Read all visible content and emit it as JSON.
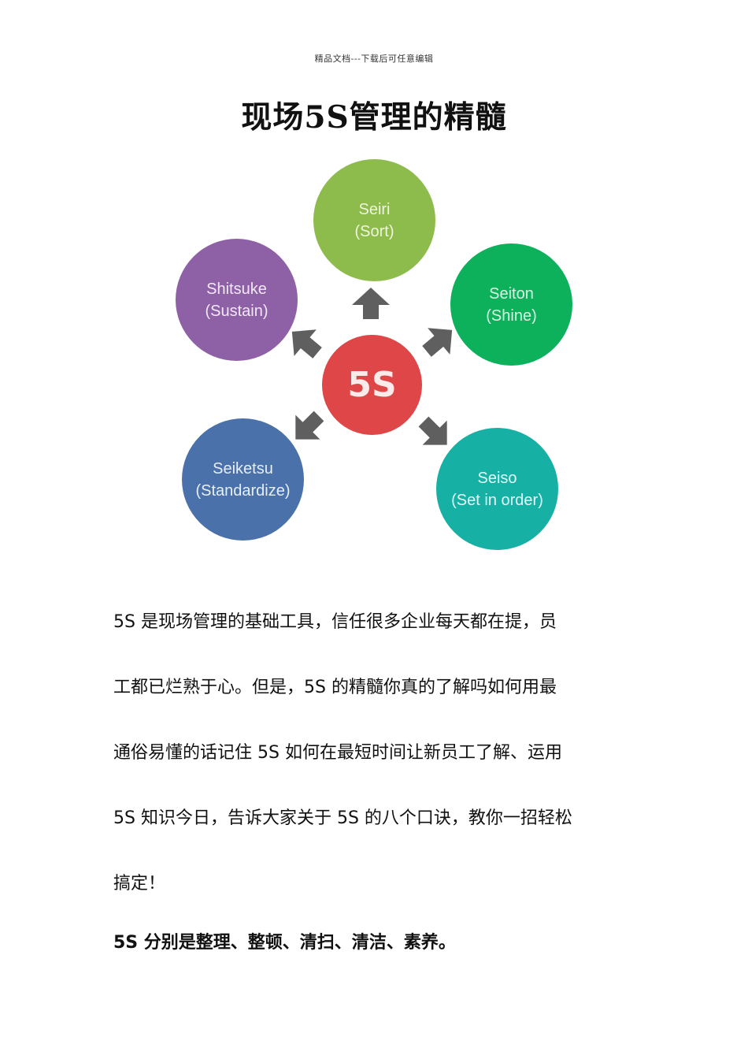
{
  "header": {
    "watermark": "精品文档---下载后可任意编辑"
  },
  "title": "现场5S管理的精髓",
  "diagram": {
    "center": {
      "label": "5S",
      "color": "#de4647"
    },
    "nodes": [
      {
        "name": "Seiri",
        "translation": "(Sort)",
        "color": "#8dbb4c",
        "position": "top"
      },
      {
        "name": "Seiton",
        "translation": "(Shine)",
        "color": "#0db15c",
        "position": "upper-right"
      },
      {
        "name": "Seiso",
        "translation": "(Set in order)",
        "color": "#16b0a5",
        "position": "lower-right"
      },
      {
        "name": "Seiketsu",
        "translation": "(Standardize)",
        "color": "#4a71a9",
        "position": "lower-left"
      },
      {
        "name": "Shitsuke",
        "translation": "(Sustain)",
        "color": "#8e60a6",
        "position": "upper-left"
      }
    ],
    "arrow_color": "#5f5f5f"
  },
  "body": {
    "lines": [
      "5S 是现场管理的基础工具，信任很多企业每天都在提，员",
      "工都已烂熟于心。但是，5S 的精髓你真的了解吗如何用最",
      "通俗易懂的话记住 5S 如何在最短时间让新员工了解、运用",
      "5S 知识今日，告诉大家关于 5S 的八个口诀，教你一招轻松",
      "搞定！"
    ],
    "summary": "5S 分别是整理、整顿、清扫、清洁、素养。"
  }
}
